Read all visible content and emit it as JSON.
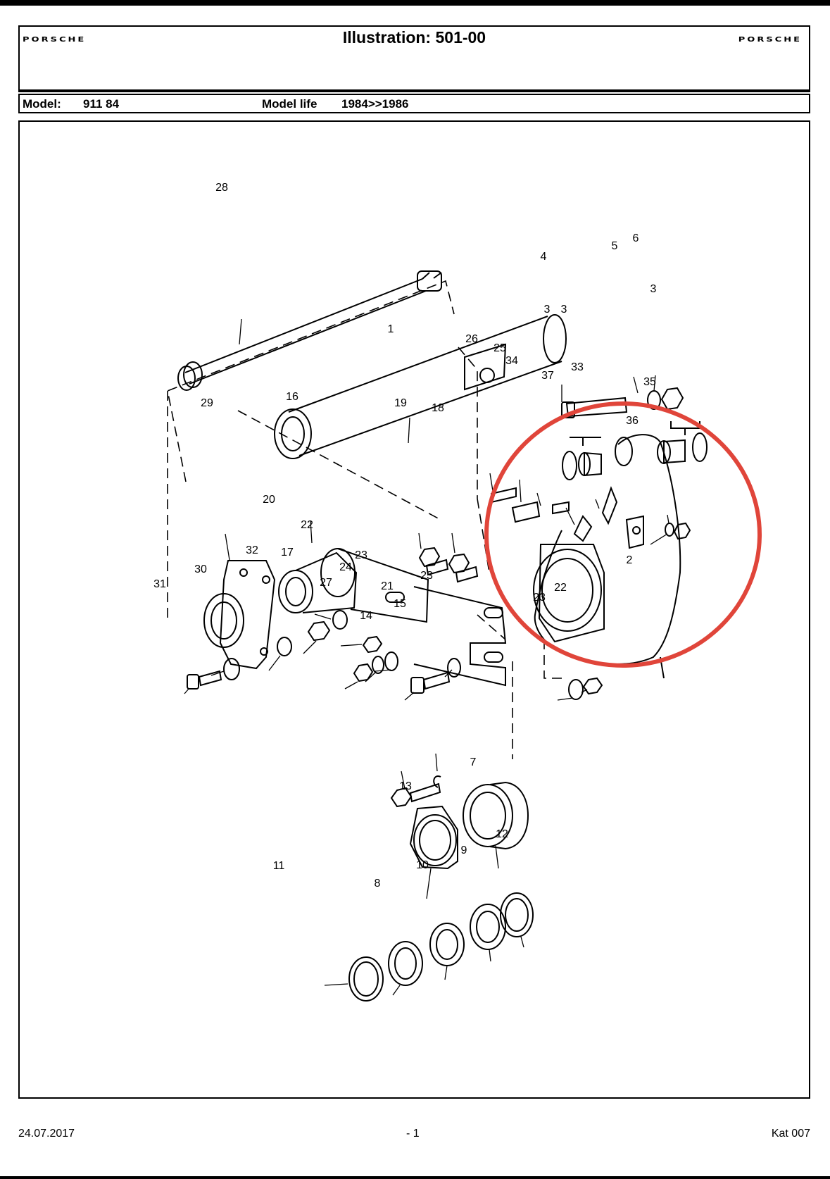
{
  "header": {
    "brand_left": "PORSCHE",
    "title": "Illustration: 501-00",
    "brand_right": "PORSCHE"
  },
  "model_bar": {
    "model_label": "Model:",
    "model_value": "911 84",
    "life_label": "Model life",
    "life_value": "1984>>1986"
  },
  "diagram": {
    "callouts": [
      "28",
      "1",
      "4",
      "5",
      "6",
      "3",
      "3",
      "3",
      "26",
      "25",
      "34",
      "37",
      "33",
      "35",
      "36",
      "29",
      "16",
      "19",
      "18",
      "20",
      "22",
      "17",
      "32",
      "31",
      "30",
      "27",
      "24",
      "23",
      "21",
      "23",
      "22",
      "23",
      "2",
      "14",
      "15",
      "7",
      "13",
      "12",
      "9",
      "10",
      "8",
      "11"
    ],
    "highlight_color": "#e0453a"
  },
  "footer": {
    "date": "24.07.2017",
    "page": "- 1",
    "catalog": "Kat 007"
  }
}
